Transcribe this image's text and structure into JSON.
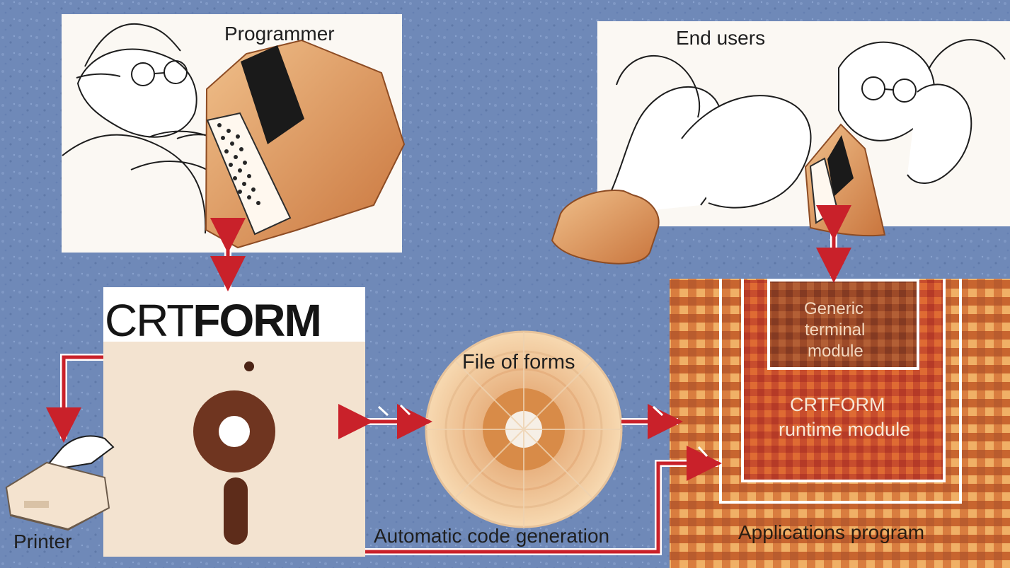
{
  "diagram": {
    "programmer_label": "Programmer",
    "end_users_label": "End users",
    "crtform_logo_light": "CRT",
    "crtform_logo_bold": "FORM",
    "file_of_forms_label": "File of forms",
    "generic_terminal_line1": "Generic",
    "generic_terminal_line2": "terminal",
    "generic_terminal_line3": "module",
    "runtime_line1": "CRTFORM",
    "runtime_line2": "runtime module",
    "applications_program_label": "Applications program",
    "automatic_code_generation_label": "Automatic code generation",
    "printer_label": "Printer"
  },
  "colors": {
    "background": "#6f89b8",
    "arrow": "#c9212a",
    "arrow_outline": "#ffffff",
    "panel": "#fbf7f1",
    "terminal_orange": "#d89256",
    "checker_orange": "#d97d3f"
  }
}
